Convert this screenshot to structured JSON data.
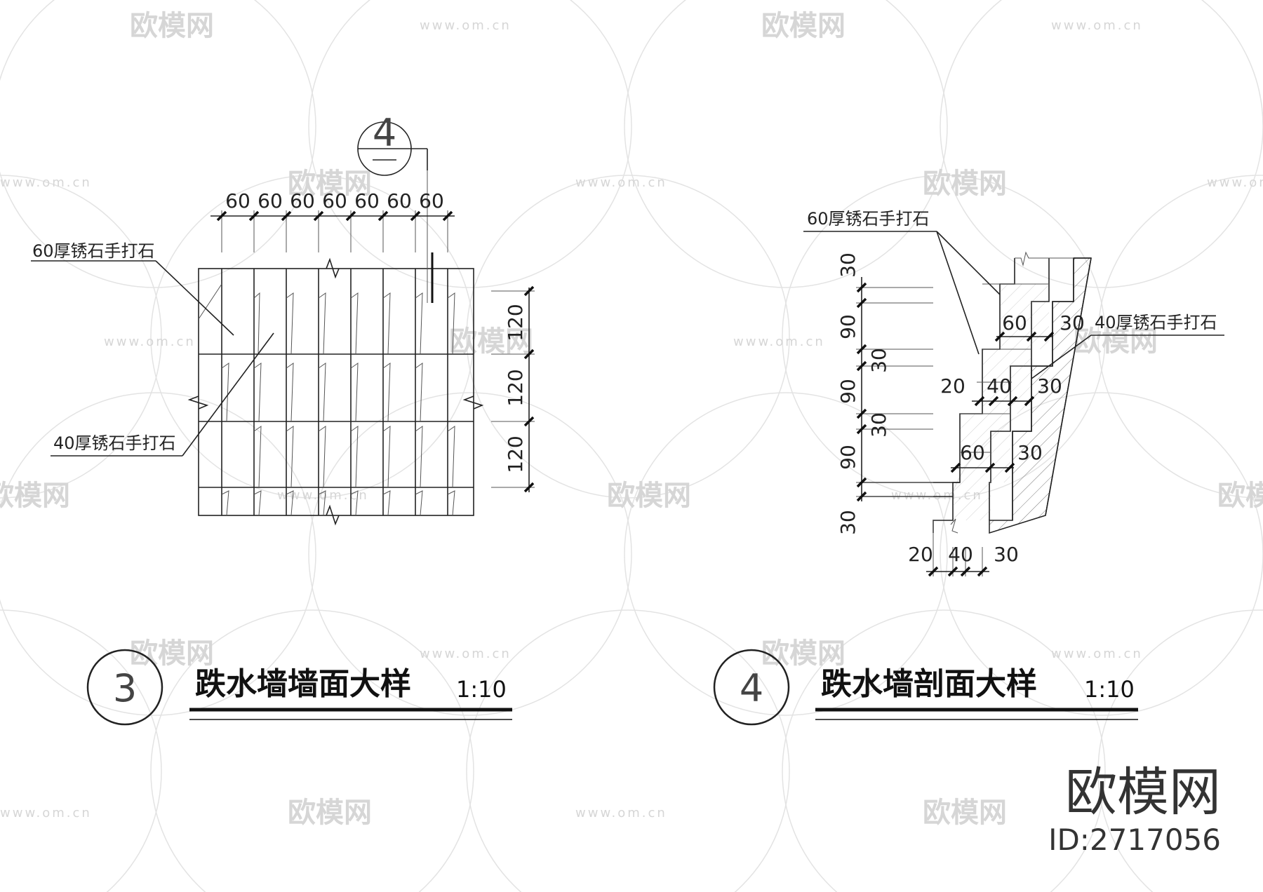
{
  "watermark": {
    "brand": "欧模网",
    "url": "www.om.cn"
  },
  "detail3": {
    "marker": "3",
    "title": "跌水墙墙面大样",
    "scale": "1:10",
    "section_callout": "4",
    "top_dims": [
      "60",
      "60",
      "60",
      "60",
      "60",
      "60",
      "60"
    ],
    "right_dims": [
      "120",
      "120",
      "120"
    ],
    "label_top": "60厚锈石手打石",
    "label_bottom": "40厚锈石手打石"
  },
  "detail4": {
    "marker": "4",
    "title": "跌水墙剖面大样",
    "scale": "1:10",
    "label_top": "60厚锈石手打石",
    "label_right": "40厚锈石手打石",
    "left_dims": [
      "30",
      "90",
      "30",
      "90",
      "30",
      "90",
      "30"
    ],
    "step_dims": [
      [
        "60",
        "30"
      ],
      [
        "20",
        "40",
        "30"
      ],
      [
        "60",
        "30"
      ]
    ],
    "bottom_dims": [
      "20",
      "40",
      "30"
    ]
  },
  "brand_block": {
    "name": "欧模网",
    "id": "ID:2717056"
  }
}
